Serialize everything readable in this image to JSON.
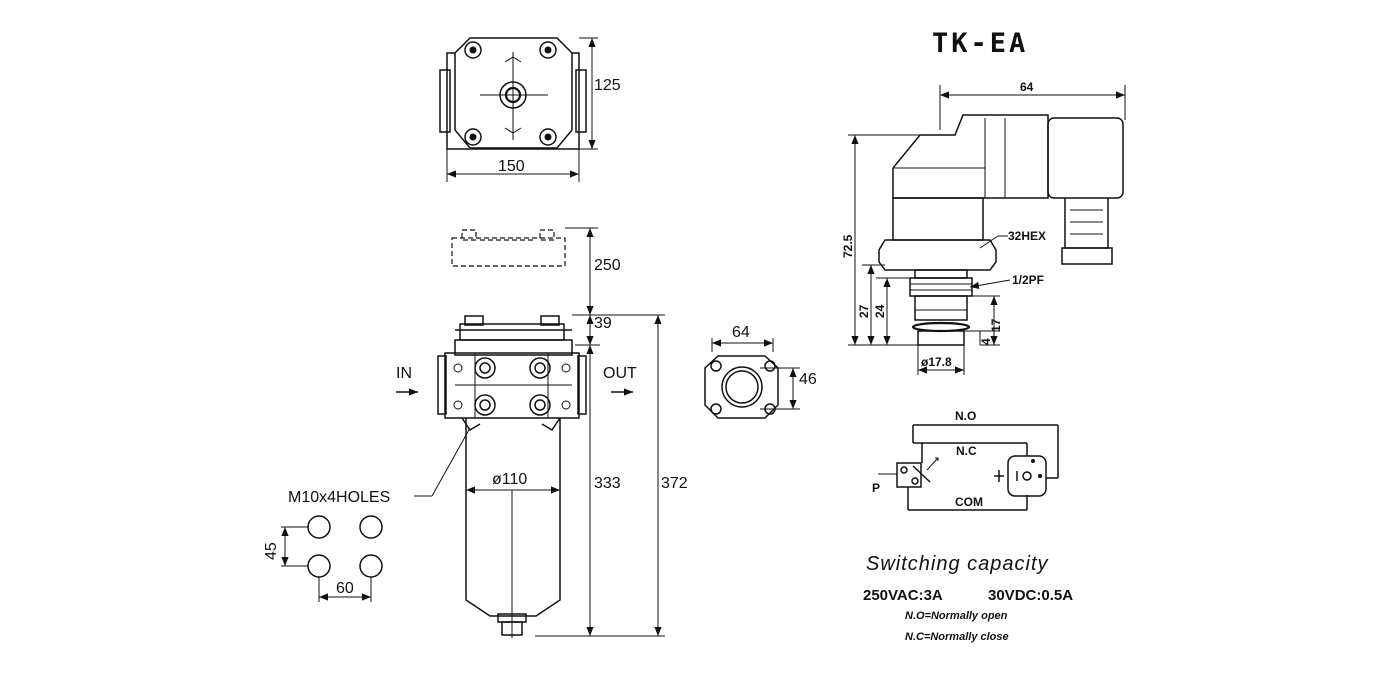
{
  "title": "TK-EA",
  "top_view": {
    "dim_height": "125",
    "dim_width": "150"
  },
  "front_view": {
    "dim_removal": "250",
    "dim_head": "39",
    "dim_body": "333",
    "dim_total": "372",
    "dim_diameter": "ø110",
    "label_in": "IN",
    "label_out": "OUT"
  },
  "holes": {
    "label": "M10x4HOLES",
    "dim_vertical": "45",
    "dim_horizontal": "60"
  },
  "flange": {
    "dim_width": "64",
    "dim_height": "46"
  },
  "switch": {
    "dim_width": "64",
    "dim_height": "72.5",
    "dim_27": "27",
    "dim_24": "24",
    "dim_17": "17",
    "dim_4": "4",
    "dim_dia": "ø17.8",
    "hex": "32HEX",
    "thread": "1/2PF"
  },
  "circuit": {
    "no": "N.O",
    "nc": "N.C",
    "com": "COM",
    "p": "P"
  },
  "notes": {
    "caption": "Switching capacity",
    "rating_ac": "250VAC:3A",
    "rating_dc": "30VDC:0.5A",
    "no_def": "N.O=Normally open",
    "nc_def": "N.C=Normally close"
  }
}
